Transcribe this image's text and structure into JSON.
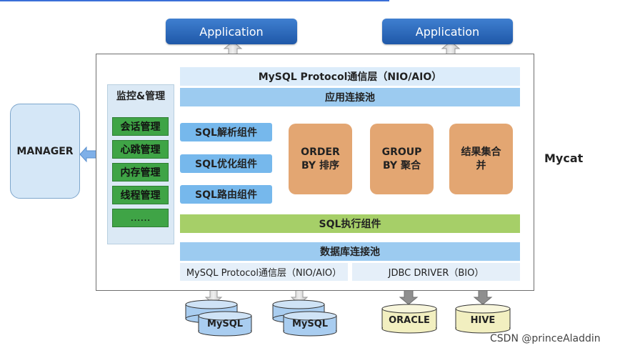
{
  "applications": [
    "Application",
    "Application"
  ],
  "mycat_label": "Mycat",
  "manager_label": "MANAGER",
  "top_protocol_label": "MySQL Protocol通信层（NIO/AIO）",
  "app_pool_label": "应用连接池",
  "monitor": {
    "title": "监控&管理",
    "items": [
      "会话管理",
      "心跳管理",
      "内存管理",
      "线程管理",
      "……"
    ]
  },
  "sql_components": [
    "SQL解析组件",
    "SQL优化组件",
    "SQL路由组件"
  ],
  "processors": [
    {
      "line1": "ORDER",
      "line2": "BY 排序"
    },
    {
      "line1": "GROUP",
      "line2": "BY 聚合"
    },
    {
      "line1": "结果集合",
      "line2": "并"
    }
  ],
  "sql_exec_label": "SQL执行组件",
  "db_pool_label": "数据库连接池",
  "bottom_protocol_label": "MySQL Protocol通信层（NIO/AIO）",
  "jdbc_driver_label": "JDBC DRIVER（BIO）",
  "databases": [
    "MySQL",
    "MySQL",
    "ORACLE",
    "HIVE"
  ],
  "watermark": "CSDN @princeAladdin",
  "colors": {
    "application": "#2a66b8",
    "pool": "#9ccbf0",
    "sql_component": "#76b8ec",
    "processor": "#e3a672",
    "exec": "#a6cf68",
    "monitor_item": "#3fa446",
    "mysql_db": "#a9cdf0",
    "other_db": "#f2efc0"
  }
}
